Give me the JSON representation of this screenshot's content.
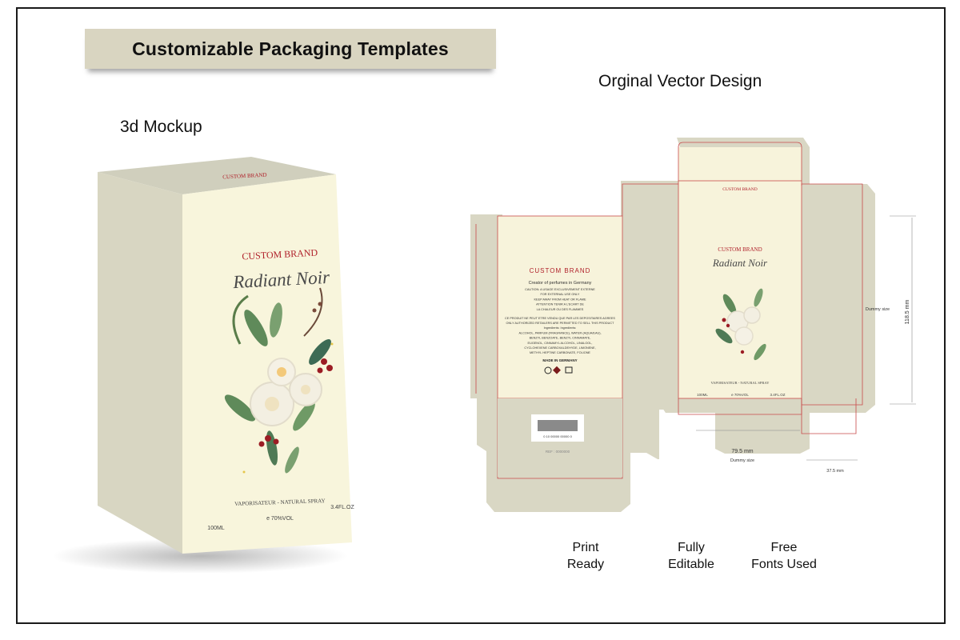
{
  "banner": {
    "title": "Customizable Packaging Templates"
  },
  "headings": {
    "vector": "Orginal Vector Design",
    "mockup": "3d Mockup"
  },
  "mockup_box": {
    "top_brand": "CUSTOM BRAND",
    "brand": "CUSTOM BRAND",
    "product": "Radiant Noir",
    "spray": "VAPORISATEUR - NATURAL SPRAY",
    "volume_ml": "100ML",
    "alcohol": "e 70%VOL",
    "volume_oz": "3.4FL.OZ"
  },
  "dieline": {
    "top_flap_brand": "CUSTOM BRAND",
    "front_brand": "CUSTOM BRAND",
    "front_product": "Radiant Noir",
    "front_spray": "VAPORISATEUR - NATURAL SPRAY",
    "front_ml": "100ML",
    "front_alcohol": "e 70%VOL",
    "front_oz": "3.4FL.OZ",
    "back_brand": "CUSTOM BRAND",
    "back_lines": [
      "Creator of perfumes in Germany",
      "CAUTION: A USAGE EXCLUSIVEMENT EXTERNE",
      "FOR EXTERNAL USE ONLY",
      "KEEP AWAY FROM HEAT OR FLAME",
      "ATTENTION TENIR A L'ECART DE",
      "LA CHALEUR OU DES FLAMMES",
      "CE PRODUIT NE PEUT ETRE VENDU QUE PAR LES DEPOSITAIRES AGREES",
      "ONLY AUTHORIZED RETAILERS ARE PERMITTED TO SELL THIS PRODUCT",
      "Ingredients: Ingredients:",
      "ALCOHOL, PARFUM (FRAGRANCE), WATER (AQUA/EAU),",
      "BENZYL BENZOATE, BENZYL CINNAMATE,",
      "EUGENOL, CINNAMYL ALCOHOL, LINALOOL,",
      "CYCLOHEXENE CARBOXALDEHYDE, LIMONENE,",
      "METHYL HEPTINE CARBONATE, FOLIONE"
    ],
    "made_in": "MADE IN GERMANY",
    "barcode_digits": "0  10  00000  00000  0",
    "ref": "REF : 0000000",
    "dummy_height_label": "Dummy size",
    "dummy_height_value": "118.5 mm",
    "dummy_width_value": "79.5 mm",
    "dummy_width_label": "Dummy size",
    "dummy_depth_value": "37.5 mm"
  },
  "features": {
    "print_1": "Print",
    "print_2": "Ready",
    "edit_1": "Fully",
    "edit_2": "Editable",
    "fonts_1": "Free",
    "fonts_2": "Fonts Used"
  },
  "colors": {
    "banner_bg": "#d9d5c1",
    "box_front": "#f8f5dc",
    "box_side": "#d8d6c2",
    "box_top": "#d0cfbd",
    "brand_red": "#b0202a",
    "die_fill": "#d9d7c4",
    "die_panel": "#f7f3db",
    "cut_line": "#c94a4a"
  }
}
